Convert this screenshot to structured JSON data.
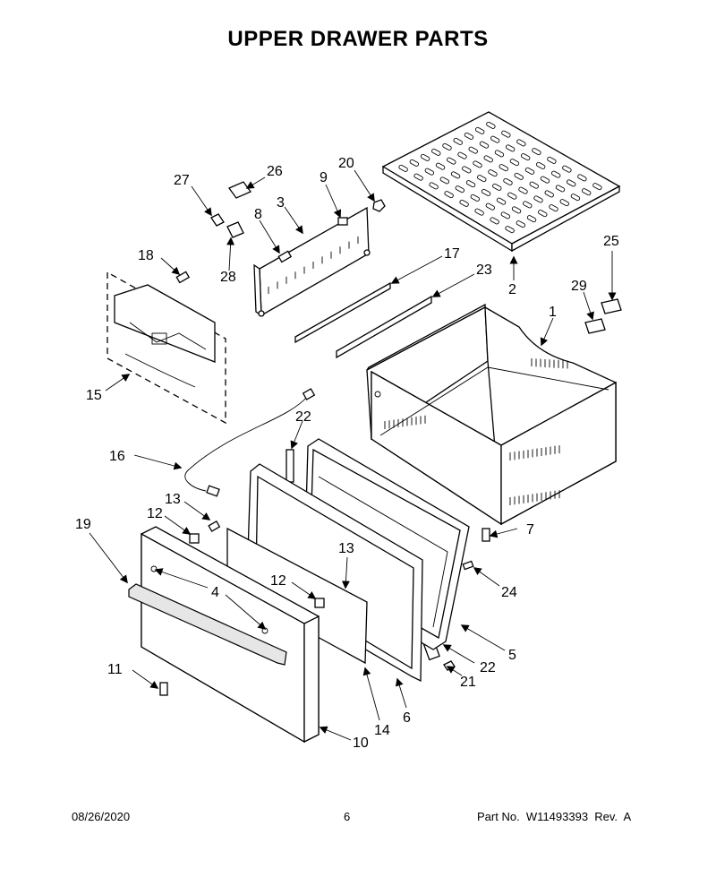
{
  "title": "UPPER DRAWER PARTS",
  "callouts": {
    "c1": "1",
    "c2": "2",
    "c3": "3",
    "c4": "4",
    "c5": "5",
    "c6": "6",
    "c7": "7",
    "c8": "8",
    "c9": "9",
    "c10": "10",
    "c11": "11",
    "c12a": "12",
    "c12b": "12",
    "c13a": "13",
    "c13b": "13",
    "c14": "14",
    "c15": "15",
    "c16": "16",
    "c17": "17",
    "c18": "18",
    "c19": "19",
    "c20": "20",
    "c21": "21",
    "c22a": "22",
    "c22b": "22",
    "c23": "23",
    "c24": "24",
    "c25": "25",
    "c26": "26",
    "c27": "27",
    "c28": "28",
    "c29": "29"
  },
  "footer": {
    "date": "08/26/2020",
    "page": "6",
    "part_number": "Part No.  W11493393  Rev.  A"
  }
}
